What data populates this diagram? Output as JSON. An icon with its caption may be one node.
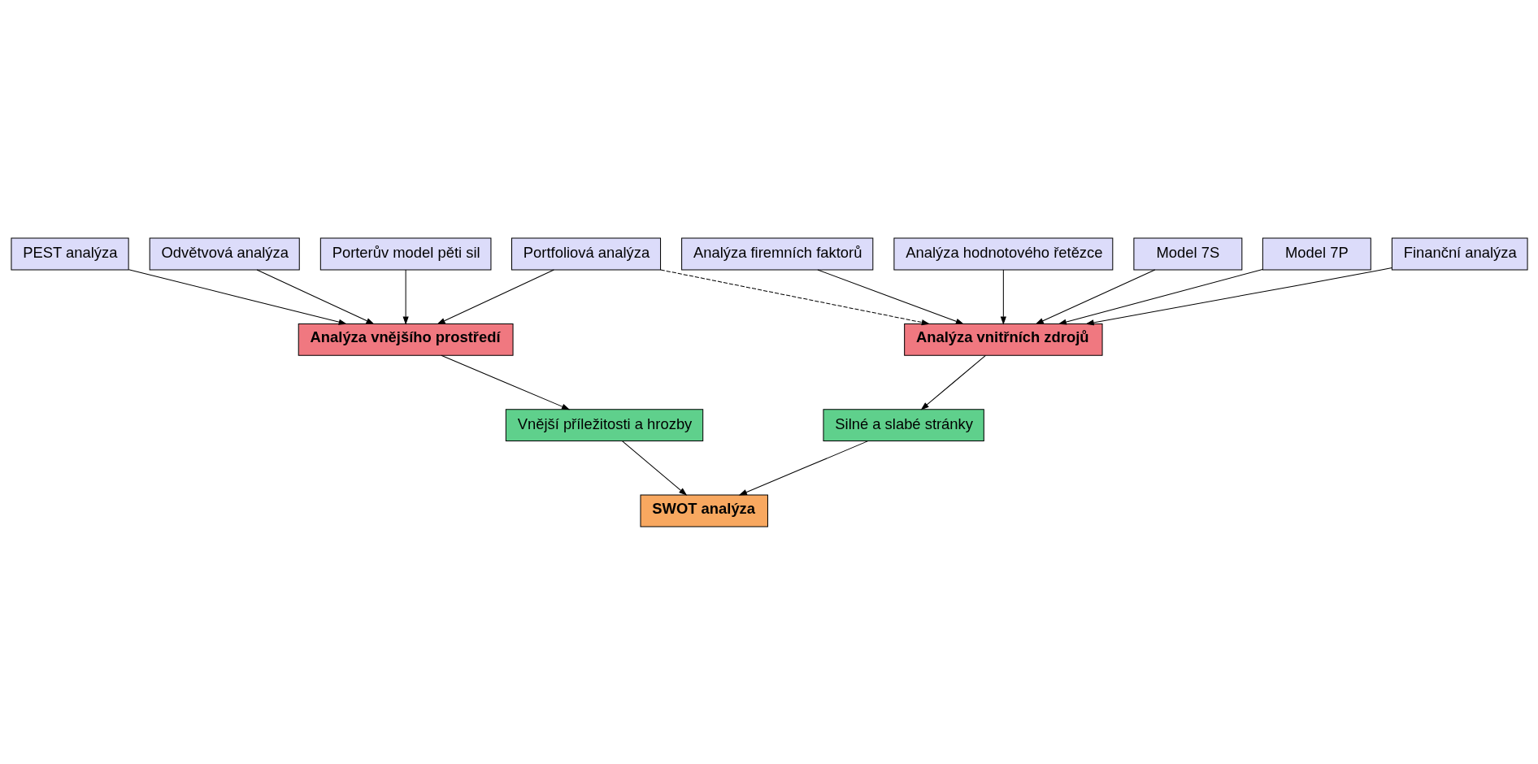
{
  "diagram": {
    "nodes": [
      {
        "text": [
          "PEST analýza"
        ]
      },
      {
        "text": [
          "Odvětvová analýza"
        ]
      },
      {
        "text": [
          "Porterův model pěti sil"
        ]
      },
      {
        "text": [
          "Portfoliová analýza"
        ]
      },
      {
        "text": [
          "Analýza vnějšího prostředí"
        ]
      },
      {
        "text": [
          "Analýza vnitřních zdrojů"
        ]
      },
      {
        "text": [
          "Analýza firemních faktorů"
        ]
      },
      {
        "text": [
          "Analýza hodnotového řetězce"
        ]
      },
      {
        "text": [
          "Model 7S"
        ]
      },
      {
        "text": [
          "Model 7P"
        ]
      },
      {
        "text": [
          "Finanční analýza"
        ]
      },
      {
        "text": [
          "Vnější příležitosti a hrozby"
        ]
      },
      {
        "text": [
          "Silné a slabé stránky"
        ]
      },
      {
        "text": [
          "SWOT analýza"
        ]
      }
    ],
    "edges": [
      {
        "from": 0,
        "to": 4,
        "arrow": "to"
      },
      {
        "from": 1,
        "to": 4,
        "arrow": "to"
      },
      {
        "from": 2,
        "to": 4,
        "arrow": "to"
      },
      {
        "from": 3,
        "to": 4,
        "arrow": "to"
      },
      {
        "from": 3,
        "to": 5,
        "arrow": "to",
        "style": "dashed"
      },
      {
        "from": 6,
        "to": 5,
        "arrow": "to"
      },
      {
        "from": 7,
        "to": 5,
        "arrow": "to"
      },
      {
        "from": 8,
        "to": 5,
        "arrow": "to"
      },
      {
        "from": 9,
        "to": 5,
        "arrow": "to"
      },
      {
        "from": 10,
        "to": 5,
        "arrow": "to"
      },
      {
        "from": 4,
        "to": 11,
        "arrow": "to"
      },
      {
        "from": 5,
        "to": 12,
        "arrow": "to"
      },
      {
        "from": 11,
        "to": 13,
        "arrow": "to"
      },
      {
        "from": 12,
        "to": 13,
        "arrow": "to"
      }
    ]
  }
}
